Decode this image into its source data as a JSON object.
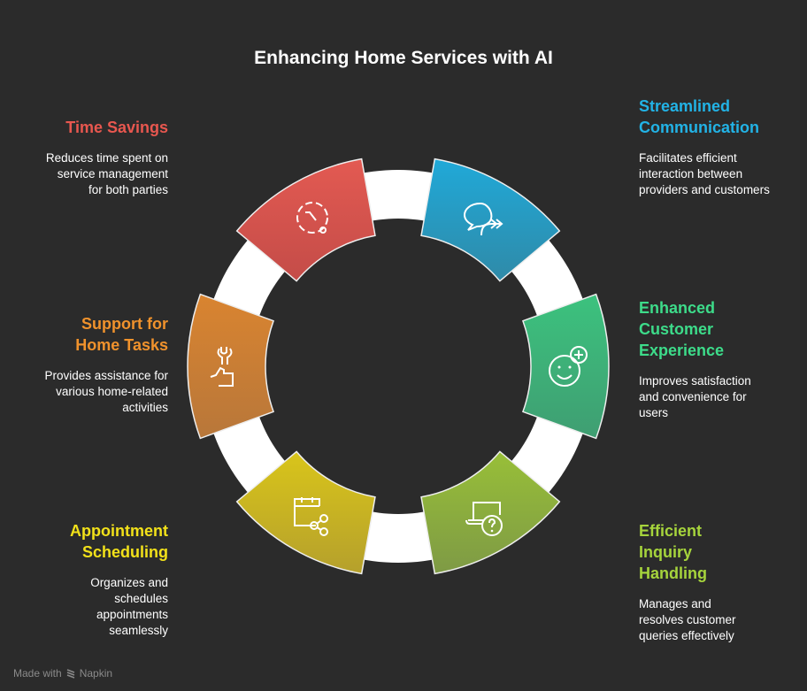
{
  "title": "Enhancing Home Services with AI",
  "items": [
    {
      "heading": "Time Savings",
      "text": "Reduces time spent on service management for both parties",
      "color": "#e8574f",
      "fill_top": "#e35a52",
      "fill_bottom": "#c44c48",
      "icon": "clock-icon"
    },
    {
      "heading": "Streamlined Communication",
      "text": "Facilitates efficient interaction between providers and customers",
      "color": "#22b3e6",
      "fill_top": "#20a9d8",
      "fill_bottom": "#2f8aa8",
      "icon": "chat-bubbles-icon"
    },
    {
      "heading": "Enhanced Customer Experience",
      "text": "Improves satisfaction and convenience for users",
      "color": "#3ddc8a",
      "fill_top": "#3cc27e",
      "fill_bottom": "#3f9e72",
      "icon": "smiley-plus-icon"
    },
    {
      "heading": "Efficient Inquiry Handling",
      "text": "Manages and resolves customer queries effectively",
      "color": "#a6d43c",
      "fill_top": "#98bf38",
      "fill_bottom": "#7e9a45",
      "icon": "laptop-question-icon"
    },
    {
      "heading": "Appointment Scheduling",
      "text": "Organizes and schedules appointments seamlessly",
      "color": "#f2e11a",
      "fill_top": "#d9c51a",
      "fill_bottom": "#b5a02c",
      "icon": "calendar-share-icon"
    },
    {
      "heading": "Support for Home Tasks",
      "text": "Provides assistance for various home-related activities",
      "color": "#f0922c",
      "fill_top": "#d98430",
      "fill_bottom": "#b8773a",
      "icon": "wrench-thumbs-up-icon"
    }
  ],
  "footer": {
    "made_with": "Made with",
    "brand": "Napkin"
  }
}
